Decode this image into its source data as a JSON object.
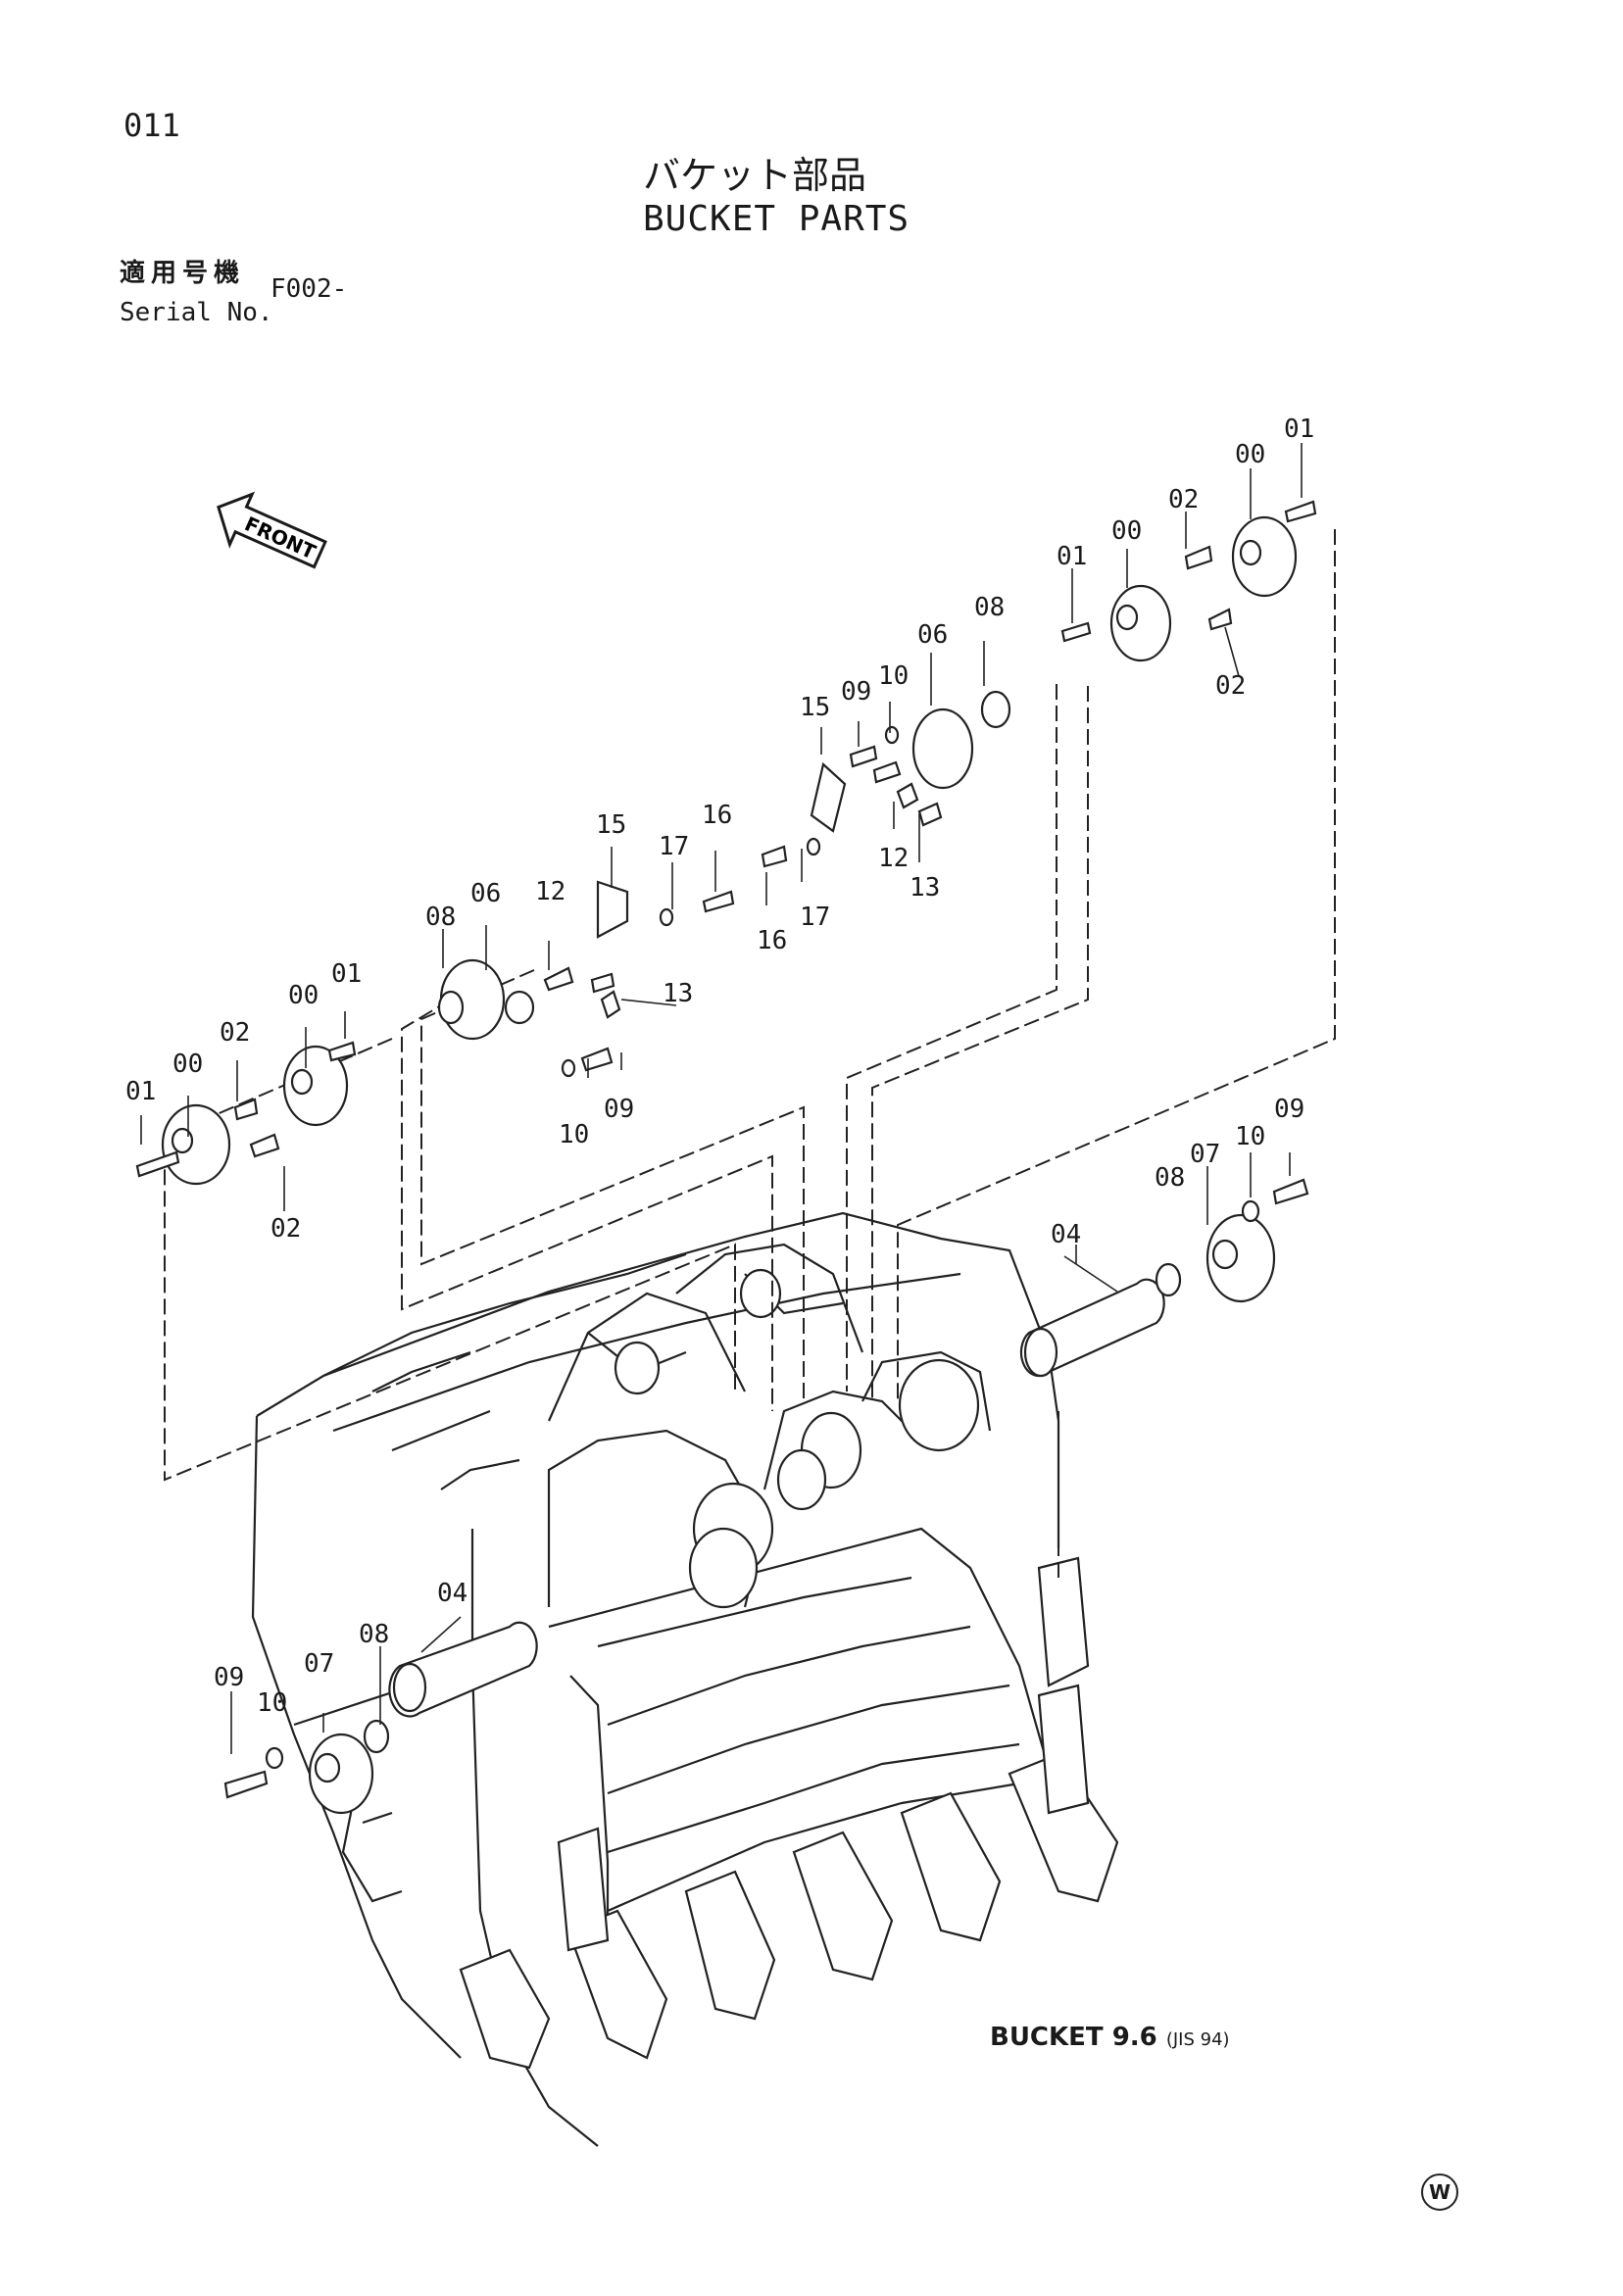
{
  "header": {
    "page_number": "011",
    "title_jp": "バケット部品",
    "title_en": "BUCKET PARTS",
    "serial_label_jp": "適用号機",
    "serial_label_en": "Serial No.",
    "serial_value": "F002-"
  },
  "front_arrow_label": "FRONT",
  "bucket_label": {
    "name": "BUCKET",
    "capacity": "9.6",
    "standard": "(JIS 94)"
  },
  "corner_mark": "W",
  "part_callouts": [
    "00",
    "00",
    "00",
    "00",
    "01",
    "01",
    "01",
    "01",
    "02",
    "02",
    "02",
    "02",
    "04",
    "04",
    "06",
    "06",
    "07",
    "07",
    "08",
    "08",
    "08",
    "08",
    "09",
    "09",
    "09",
    "09",
    "10",
    "10",
    "10",
    "10",
    "12",
    "12",
    "13",
    "13",
    "15",
    "15",
    "16",
    "16",
    "17",
    "17"
  ]
}
